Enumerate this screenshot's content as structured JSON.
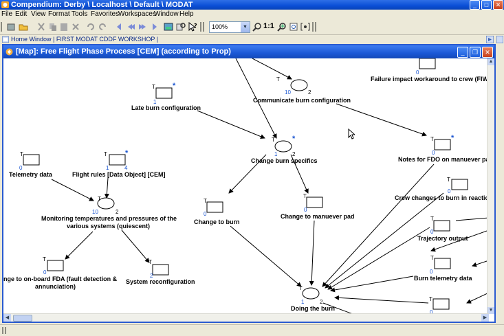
{
  "app": {
    "title": "Compendium: Derby \\ Localhost \\ Default \\ MODAT"
  },
  "menu": [
    "File",
    "Edit",
    "View",
    "Format",
    "Tools",
    "Favorites",
    "Workspaces",
    "Window",
    "Help"
  ],
  "toolbar": {
    "zoom": "100%",
    "one_to_one": "1:1"
  },
  "breadcrumb": {
    "text": "Home Window  |  FIRST MODAT CDDF WORKSHOP  |"
  },
  "map": {
    "title": "[Map]: Free Flight Phase Process [CEM] (according to Prop)",
    "nodes": [
      {
        "id": "late-burn-configuration",
        "label": "Late burn configuration",
        "kind": "note",
        "top": "T",
        "bl": "1",
        "star": true
      },
      {
        "id": "communicate-burn-configuration",
        "label": "Communicate burn configuration",
        "kind": "question",
        "top": "T",
        "bl": "10",
        "br": "2"
      },
      {
        "id": "failure-impact",
        "label": "Failure impact workaround to crew (FIW)",
        "kind": "note",
        "bl": "0"
      },
      {
        "id": "telemetry-data",
        "label": "Telemetry data",
        "kind": "note",
        "top": "T",
        "bl": "0"
      },
      {
        "id": "flight-rules",
        "label": "Flight rules [Data Object] [CEM]",
        "kind": "note",
        "top": "T",
        "bl": "1",
        "br": "4",
        "star": true
      },
      {
        "id": "change-burn-specifics",
        "label": "Change burn specifics",
        "kind": "question",
        "top": "T",
        "bl": "1",
        "br": "2",
        "star": true
      },
      {
        "id": "notes-for-fdo",
        "label": "Notes for FDO on manuever pad",
        "kind": "note",
        "top": "T",
        "bl": "0",
        "star": true
      },
      {
        "id": "monitoring-temperatures",
        "label": "Monitoring temperatures and pressures of the",
        "label2": "various systems (quiescent)",
        "kind": "question",
        "top": "T",
        "bl": "10",
        "br": "2"
      },
      {
        "id": "change-to-burn",
        "label": "Change to burn",
        "kind": "note",
        "top": "T",
        "bl": "0"
      },
      {
        "id": "change-to-manuever-pad",
        "label": "Change to manuever pad",
        "kind": "note",
        "top": "T",
        "bl": "0"
      },
      {
        "id": "crew-changes",
        "label": "Crew changes to burn in reaction",
        "kind": "note",
        "top": "T",
        "bl": "0"
      },
      {
        "id": "trajectory-output",
        "label": "Trajectory output",
        "kind": "note",
        "top": "T",
        "bl": "0"
      },
      {
        "id": "change-onboard-fda",
        "label": "nge to on-board FDA (fault detection &",
        "label2": "annunciation)",
        "kind": "note",
        "top": "T",
        "bl": "0"
      },
      {
        "id": "system-reconfiguration",
        "label": "System reconfiguration",
        "kind": "note",
        "top": "T",
        "bl": "2"
      },
      {
        "id": "burn-telemetry-data",
        "label": "Burn telemetry data",
        "kind": "note",
        "top": "T",
        "bl": "0"
      },
      {
        "id": "doing-the-burn",
        "label": "Doing the burn",
        "kind": "question",
        "top": "T",
        "bl": "1",
        "br": "2"
      },
      {
        "id": "unlabeled-note",
        "label": "",
        "kind": "note",
        "top": "T",
        "bl": "0"
      }
    ]
  },
  "colors": {
    "titlebar": "#0a4fd6",
    "count_blue": "#1a55d0",
    "close_button": "#c8401c"
  }
}
